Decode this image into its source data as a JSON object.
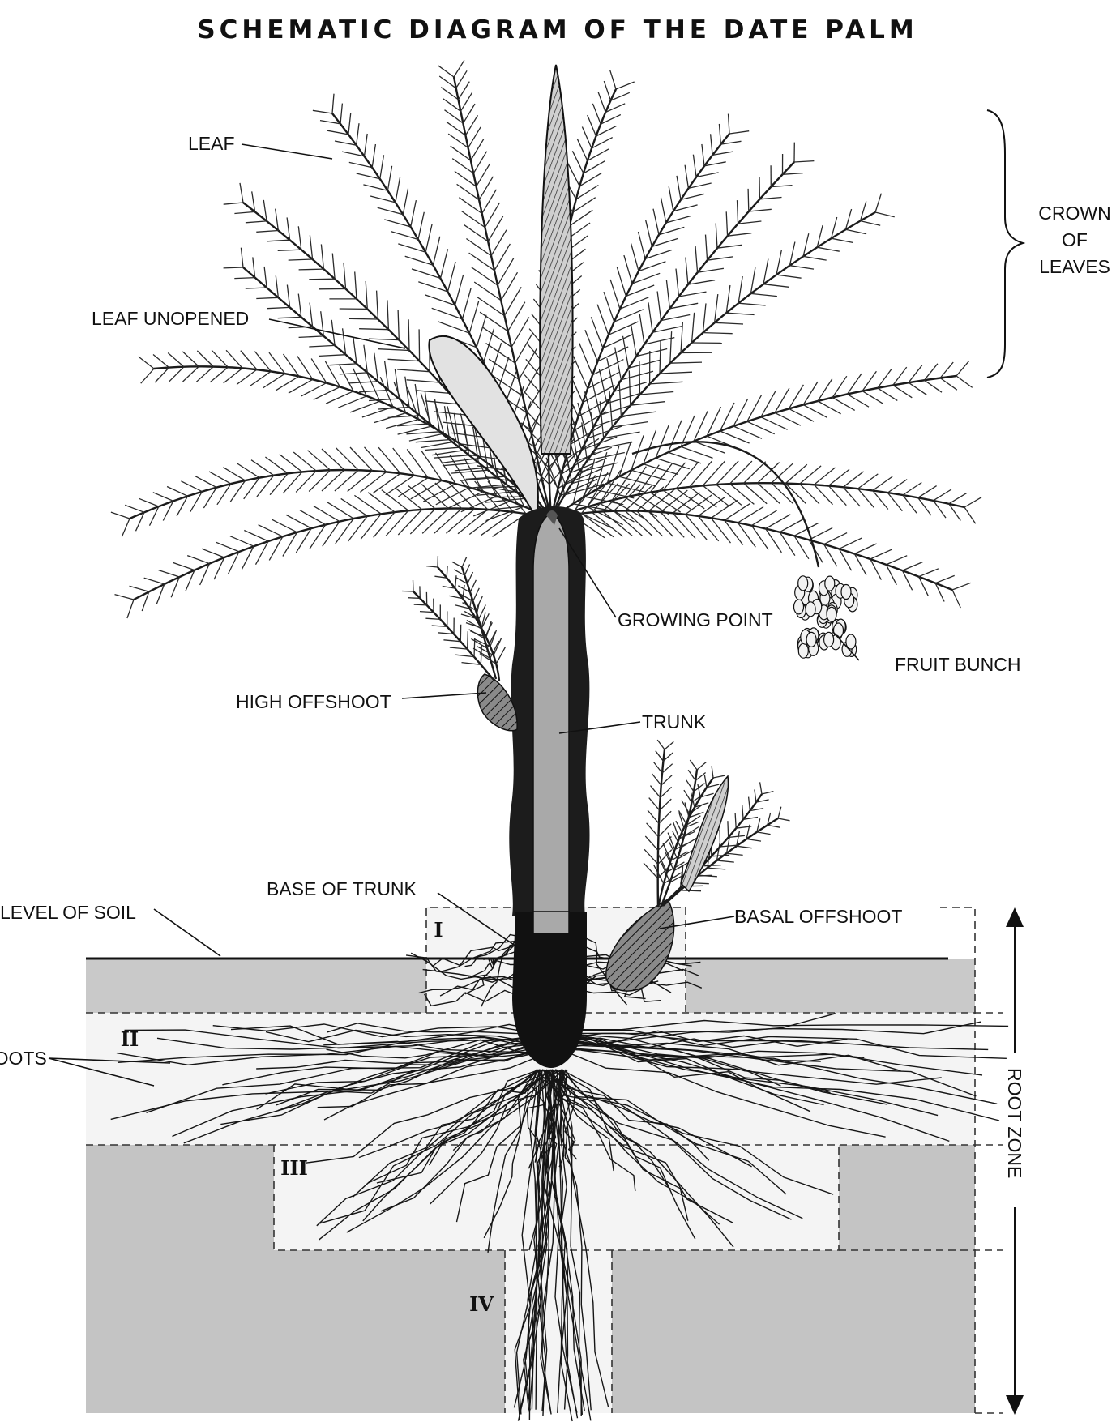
{
  "title": "SCHEMATIC  DIAGRAM  OF  THE  DATE  PALM",
  "labels": {
    "leaf": "LEAF",
    "leaf_unopened": "LEAF UNOPENED",
    "crown_line1": "CROWN",
    "crown_line2": "OF",
    "crown_line3": "LEAVES",
    "growing_point": "GROWING POINT",
    "fruit_bunch": "FRUIT BUNCH",
    "high_offshoot": "HIGH OFFSHOOT",
    "trunk": "TRUNK",
    "base_of_trunk": "BASE OF TRUNK",
    "basal_offshoot": "BASAL OFFSHOOT",
    "level_of_soil": "LEVEL OF SOIL",
    "roots": "ROOTS",
    "root_zone": "ROOT ZONE"
  },
  "zones": {
    "zone1": "I",
    "zone2": "II",
    "zone3": "III",
    "zone4": "IV"
  },
  "colors": {
    "soil": "#c9c9c9",
    "zone_light": "#f4f4f4",
    "trunk_dark": "#1c1c1c",
    "trunk_core": "#a9a9a9",
    "ink": "#111111"
  }
}
